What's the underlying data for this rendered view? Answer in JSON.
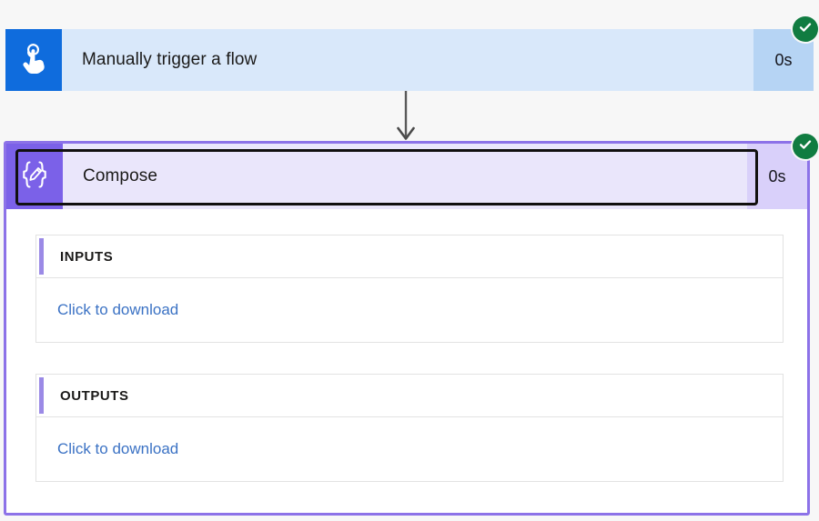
{
  "run_view": {
    "background_color": "#f7f7f7",
    "trigger": {
      "icon": "tap-hand-icon",
      "title": "Manually trigger a flow",
      "duration": "0s",
      "status": "succeeded",
      "status_icon": "check-circle-icon",
      "body_color": "#d9e8fa",
      "icon_color": "#0f6cdd",
      "duration_color": "#b6d4f4"
    },
    "connector": {
      "icon": "arrow-down-icon",
      "color": "#5a5a5a"
    },
    "action": {
      "icon": "compose-braces-pencil-icon",
      "title": "Compose",
      "duration": "0s",
      "status": "succeeded",
      "status_icon": "check-circle-icon",
      "selected": true,
      "body_color": "#eae6fb",
      "icon_color": "#7b61e8",
      "duration_color": "#d9d0fa",
      "container_border_color": "#8c72e8",
      "selection_border_color": "#11100f",
      "panels": [
        {
          "header": "INPUTS",
          "link_label": "Click to download",
          "accent_color": "#9b8ae6",
          "link_color": "#3b72c4"
        },
        {
          "header": "OUTPUTS",
          "link_label": "Click to download",
          "accent_color": "#9b8ae6",
          "link_color": "#3b72c4"
        }
      ]
    },
    "status_color": "#107c41"
  }
}
